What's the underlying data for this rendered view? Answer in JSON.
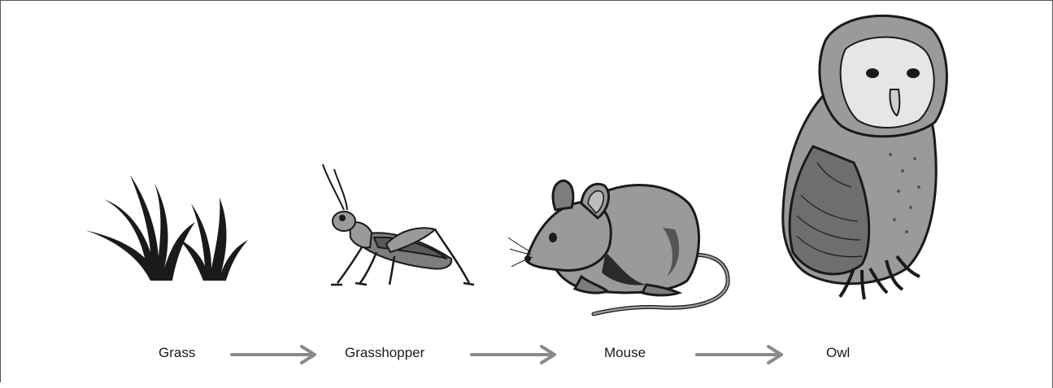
{
  "food_chain": {
    "organisms": [
      {
        "label": "Grass",
        "icon": "grass-icon"
      },
      {
        "label": "Grasshopper",
        "icon": "grasshopper-icon"
      },
      {
        "label": "Mouse",
        "icon": "mouse-icon"
      },
      {
        "label": "Owl",
        "icon": "owl-icon"
      }
    ],
    "colors": {
      "arrow": "#8a8a8a",
      "ink": "#1a1a1a",
      "body_gray": "#9a9a9a",
      "dark_gray": "#555555",
      "face_light": "#e6e6e6"
    }
  }
}
